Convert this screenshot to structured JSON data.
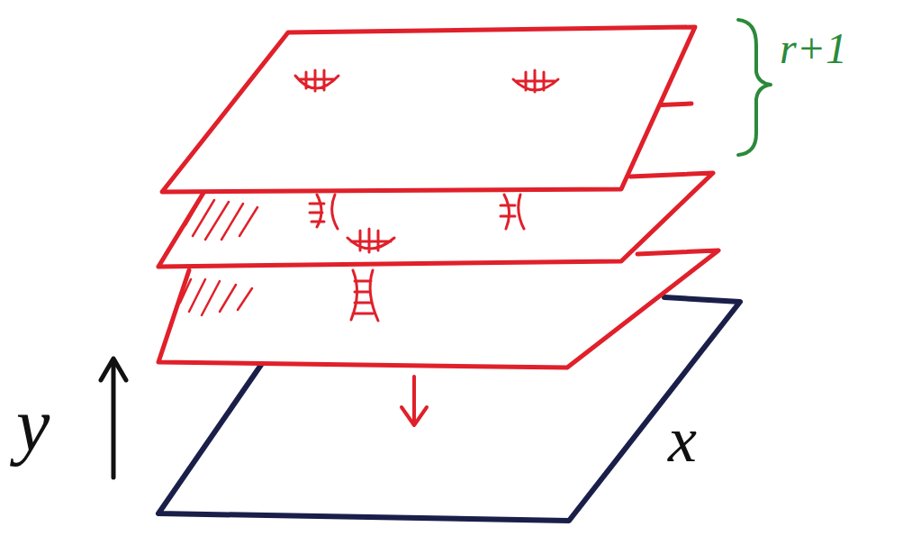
{
  "diagram": {
    "labels": [
      "r+1",
      "y",
      "x"
    ]
  }
}
